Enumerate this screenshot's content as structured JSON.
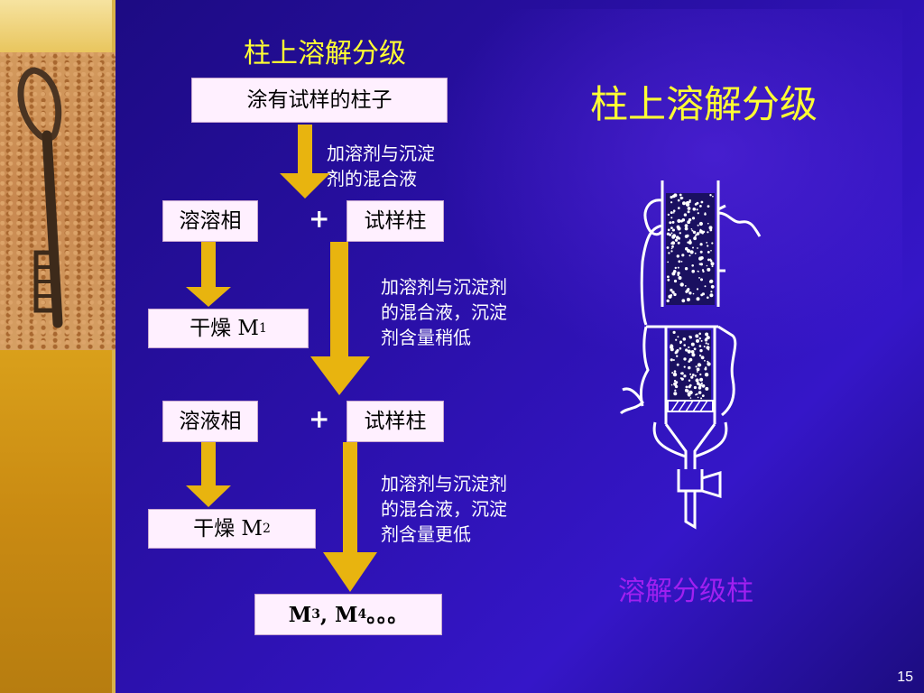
{
  "title_small": "柱上溶解分级",
  "title_big": "柱上溶解分级",
  "top_box": "涂有试样的柱子",
  "note1": [
    "加溶剂与沉淀",
    "剂的混合液"
  ],
  "row1": {
    "left": "溶溶相",
    "plus": "+",
    "right": "试样柱"
  },
  "dry1": {
    "label": "干燥  M",
    "sub": "1"
  },
  "note2": [
    "加溶剂与沉淀剂",
    "的混合液，沉淀",
    "剂含量稍低"
  ],
  "row2": {
    "left": "溶液相",
    "plus": "+",
    "right": "试样柱"
  },
  "dry2": {
    "label": "干燥    M",
    "sub": "2"
  },
  "note3": [
    "加溶剂与沉淀剂",
    "的混合液，沉淀",
    "剂含量更低"
  ],
  "final": {
    "a": "M",
    "a_sub": "3",
    "sep": ", M",
    "b_sub": "4",
    "dots": "  。。。"
  },
  "caption": "溶解分级柱",
  "page_number": "15",
  "colors": {
    "arrow": "#e8b40f",
    "title": "#ffff33",
    "caption": "#a020f0"
  }
}
